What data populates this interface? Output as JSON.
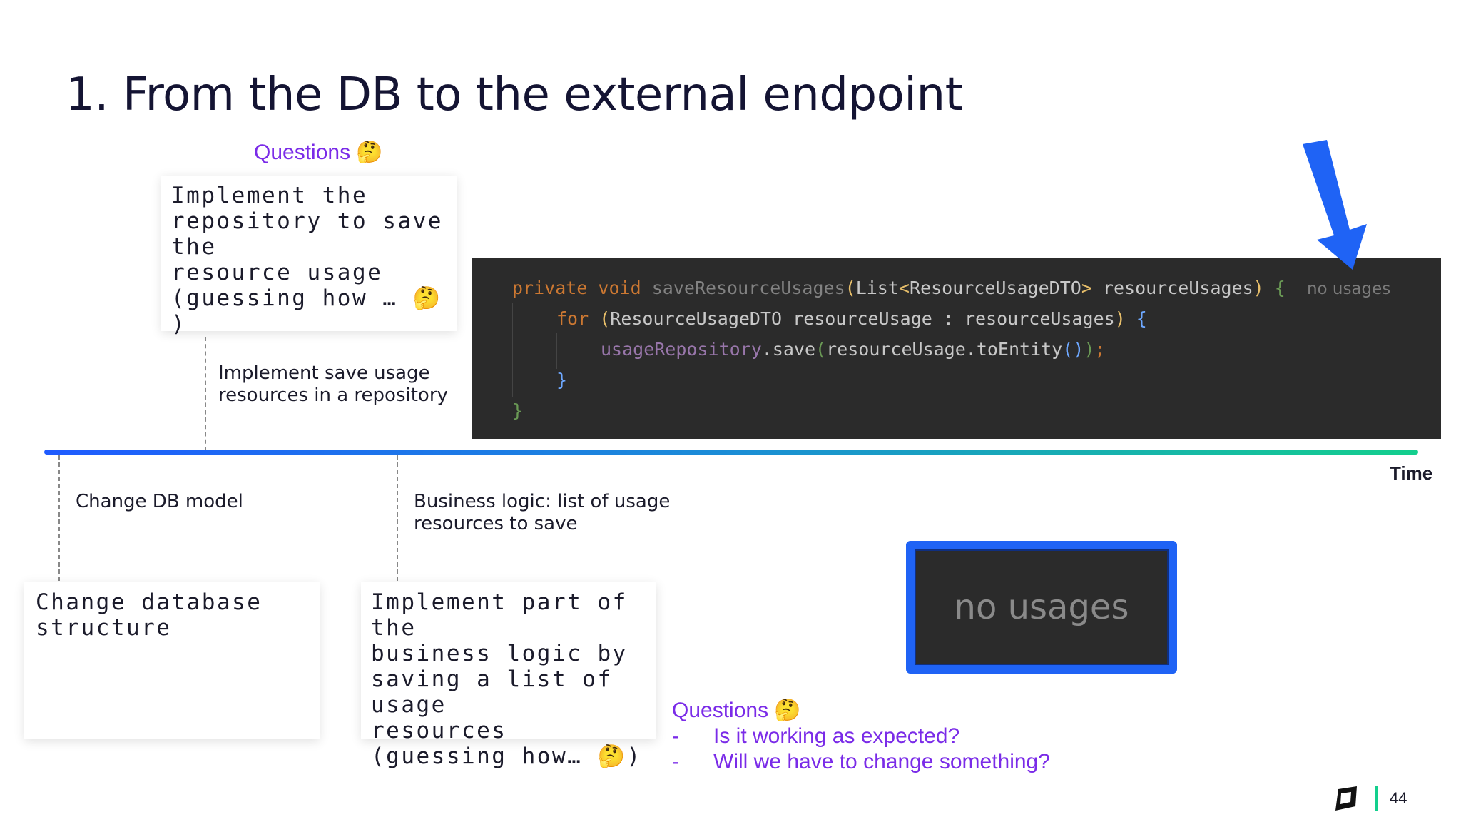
{
  "title": "1. From the DB to the external endpoint",
  "questions_label": "Questions 🤔",
  "cards": {
    "repository": "Implement the\nrepository to save the\nresource usage\n(guessing how … 🤔 )",
    "database": "Change database\nstructure",
    "business_logic": "Implement part of the\nbusiness logic by\nsaving a list of usage\nresources\n(guessing how… 🤔)"
  },
  "notes": {
    "save_usage": "Implement save usage resources in a repository",
    "db_model": "Change DB model",
    "business_logic": "Business logic: list of usage resources to save"
  },
  "timeline_label": "Time",
  "code": {
    "line1": {
      "kw_private": "private",
      "kw_void": "void",
      "method": "saveResourceUsages",
      "paren_open": "(",
      "list_type": "List",
      "lt": "<",
      "dto_type": "ResourceUsageDTO",
      "gt": ">",
      "param": " resourceUsages",
      "paren_close": ")",
      "brace": " {",
      "hint": "no usages"
    },
    "line2": {
      "kw_for": "for",
      "paren_open": " (",
      "body": "ResourceUsageDTO resourceUsage : resourceUsages",
      "paren_close": ")",
      "brace": " {"
    },
    "line3": {
      "field": "usageRepository",
      "call": ".save",
      "paren_open": "(",
      "arg": "resourceUsage.toEntity",
      "inner_parens": "()",
      "paren_close": ")",
      "semicolon": ";"
    },
    "line4": {
      "brace": "}"
    },
    "line5": {
      "brace": "}"
    }
  },
  "zoom_text": "no usages",
  "bottom_questions": {
    "label": "Questions 🤔",
    "items": [
      "Is it working as expected?",
      "Will we have to change something?"
    ]
  },
  "page_number": "44",
  "colors": {
    "accent_purple": "#7a2be8",
    "timeline_start": "#1f5bff",
    "timeline_end": "#13cf8d",
    "highlight_blue": "#1f63f5",
    "code_bg": "#2b2b2b"
  },
  "icons": {
    "arrow": "down-arrow-icon",
    "logo": "jetbrains-logo-icon"
  }
}
